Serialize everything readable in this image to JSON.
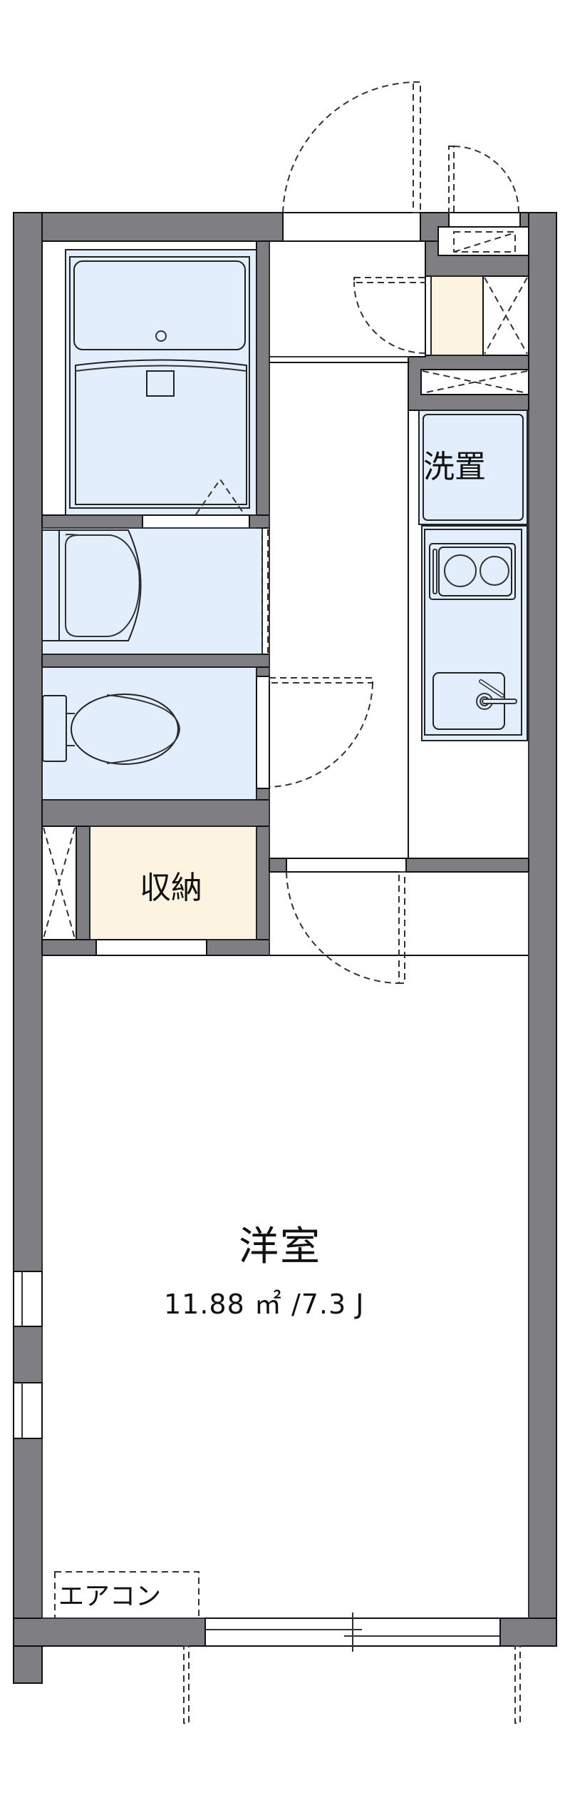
{
  "plan": {
    "type": "apartment floor plan (1K)",
    "colors": {
      "wall": "#7f7e83",
      "wet_area": "#e3eefc",
      "storage": "#fdf3e1",
      "floor": "#ffffff",
      "line": "#111111"
    },
    "rooms": {
      "main_room": {
        "name": "洋室",
        "area": "11.88 ㎡ /7.3 J"
      },
      "storage": {
        "name": "収納"
      },
      "washer": {
        "name": "洗置"
      },
      "air_conditioner": {
        "name": "エアコン"
      }
    },
    "fixtures": [
      "bathtub-unit",
      "washbasin-vanity",
      "toilet",
      "washing-machine-space",
      "kitchen-counter",
      "two-burner-stove",
      "kitchen-sink",
      "shoe-cabinet"
    ],
    "openings": [
      "entrance-door",
      "meter-box-door",
      "bathroom-folding-door",
      "washroom-sliding-door",
      "toilet-door",
      "room-door",
      "storage-door",
      "balcony-sliding-window",
      "left-windows"
    ]
  }
}
